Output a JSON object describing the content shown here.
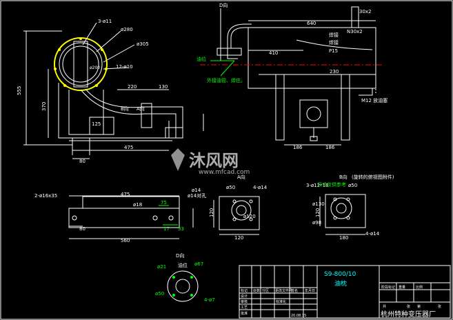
{
  "views": {
    "d_view_top": "D向",
    "b_view_top": "B向",
    "a_view_top": "A向",
    "a_view": "A向",
    "b_view": "B向",
    "b_view_note": "(旋转的俯视图附件)",
    "d_view": "D向"
  },
  "labels": {
    "phi11_top": "3-ø11",
    "phi280": "ø280",
    "phi305": "ø305",
    "phi10": "12-ø10",
    "phi200": "ø200",
    "dim555": "555",
    "dim370": "370",
    "dim220": "220",
    "dim130": "130",
    "dim125": "125",
    "dim475": "475",
    "dim80": "80",
    "dim640": "640",
    "dim410": "410",
    "dim230": "230",
    "dim186a": "186",
    "dim186b": "186",
    "dim30x2": "30x2",
    "n30x2": "N30x2",
    "weld1": "焊接",
    "weld2": "焊接",
    "p15": "P15",
    "m12": "M12 放油塞",
    "oil": "油位",
    "green_note": "外接油管、焊住。",
    "b_dim475": "475",
    "b_dim80": "80",
    "b_dim560": "560",
    "phi16": "2-ø16x35",
    "phi18": "ø18",
    "phi14": "ø14",
    "phi14_b": "ø14对孔",
    "g75": "75",
    "g17": "17",
    "g33": "33",
    "a_phi50": "ø50",
    "a_phi14": "4-ø14",
    "a_phi120": "ø120",
    "a_120v": "120",
    "a_120h": "120",
    "b_3phi12": "3-ø12*18",
    "b_phi50": "ø50",
    "b_phi130": "ø130",
    "b_phi98": "ø98",
    "b_4phi14": "4-ø14",
    "b_120v": "120",
    "b_180": "180",
    "b_note_green": "尺寸仅供参考",
    "d_phi21": "ø21",
    "d_phi67": "ø67",
    "d_oil": "油位",
    "d_phi50": "ø50",
    "d_4phi7": "4-ø7"
  },
  "title_block": {
    "model": "S9-800/10",
    "part": "油枕",
    "company": "杭州特种变压器厂",
    "rows": [
      "标记",
      "处数",
      "分区",
      "更改文件号",
      "签名",
      "年月日"
    ],
    "roles": [
      "设计",
      "审核",
      "工艺",
      "批准"
    ],
    "meta": [
      "阶段标记",
      "重量",
      "比例"
    ],
    "sheet": [
      "共",
      "张",
      "第",
      "张"
    ],
    "std": "标准化",
    "date": "20.08.15"
  },
  "watermark": {
    "brand": "沐风网",
    "url": "www.mfcad.com"
  }
}
